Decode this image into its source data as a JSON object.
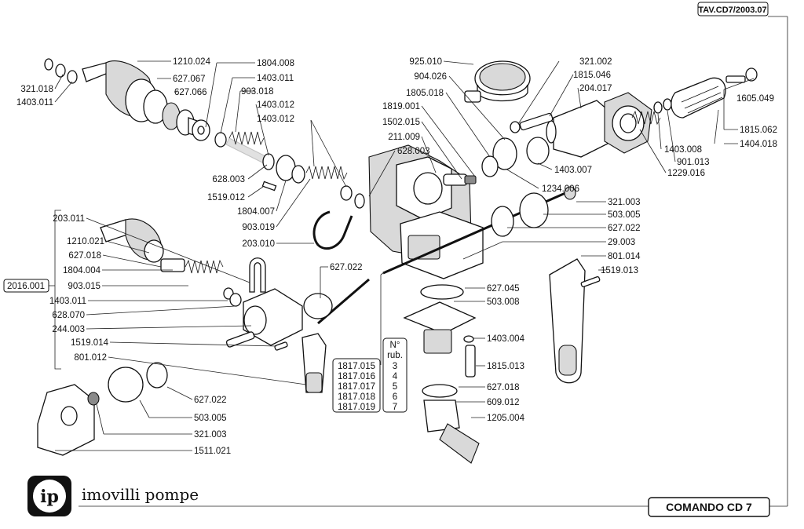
{
  "header": {
    "plate_code": "TAV.CD7/2003.07"
  },
  "footer": {
    "title": "COMANDO CD 7"
  },
  "brand": {
    "logo_text": "ip",
    "name": "imovilli pompe"
  },
  "group": {
    "label": "2016.001"
  },
  "table": {
    "header_line1": "N°",
    "header_line2": "rub.",
    "rows": [
      {
        "code": "1817.015",
        "rub": "3"
      },
      {
        "code": "1817.016",
        "rub": "4"
      },
      {
        "code": "1817.017",
        "rub": "5"
      },
      {
        "code": "1817.018",
        "rub": "6"
      },
      {
        "code": "1817.019",
        "rub": "7"
      }
    ]
  },
  "labels": [
    "1210.024",
    "1804.008",
    "627.067",
    "1403.011",
    "321.018",
    "627.066",
    "1403.011",
    "903.018",
    "1403.012",
    "1403.012",
    "628.003",
    "1519.012",
    "1804.007",
    "903.019",
    "203.010",
    "925.010",
    "904.026",
    "1805.018",
    "1819.001",
    "1502.015",
    "211.009",
    "628.003",
    "321.002",
    "1815.046",
    "204.017",
    "1605.049",
    "1815.062",
    "1404.018",
    "1403.008",
    "901.013",
    "1229.016",
    "1403.007",
    "1234.006",
    "321.003",
    "503.005",
    "627.022",
    "29.003",
    "801.014",
    "1519.013",
    "203.011",
    "1210.021",
    "627.018",
    "1804.004",
    "903.015",
    "1403.011",
    "628.070",
    "244.003",
    "1519.014",
    "801.012",
    "627.022",
    "627.045",
    "503.008",
    "1403.004",
    "1815.013",
    "627.018",
    "609.012",
    "1205.004",
    "627.022",
    "503.005",
    "321.003",
    "1511.021"
  ]
}
